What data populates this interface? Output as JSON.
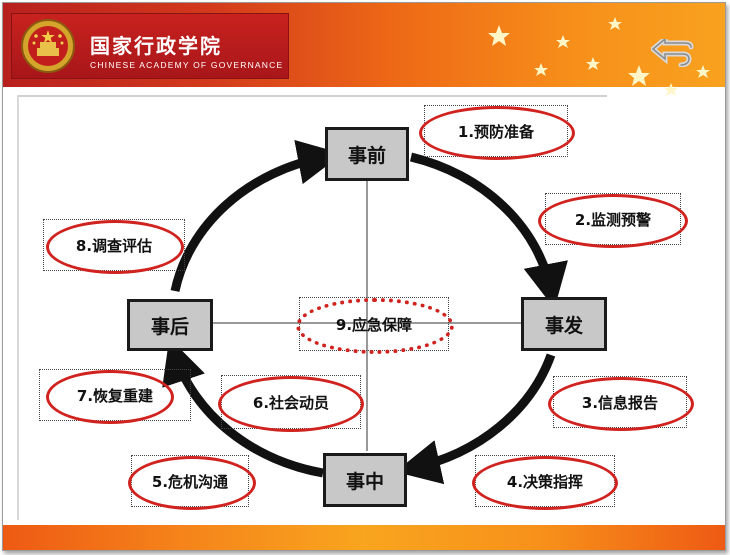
{
  "header": {
    "school_name_cn": "国家行政学院",
    "school_name_en": "CHINESE ACADEMY OF GOVERNANCE"
  },
  "colors": {
    "header_left": "#b8201e",
    "header_right": "#f9a21f",
    "oval_red": "#d0231f",
    "node_fill": "#c8c8c8",
    "ring": "#111111"
  },
  "icons": {
    "emblem": "national-emblem-icon",
    "back": "back-arrow-icon",
    "stars": "star-icon"
  },
  "diagram": {
    "nodes": {
      "before": "事前",
      "occur": "事发",
      "during": "事中",
      "after": "事后"
    },
    "steps": [
      "1.预防准备",
      "2.监测预警",
      "3.信息报告",
      "4.决策指挥",
      "5.危机沟通",
      "6.社会动员",
      "7.恢复重建",
      "8.调查评估"
    ],
    "center": "9.应急保障"
  }
}
